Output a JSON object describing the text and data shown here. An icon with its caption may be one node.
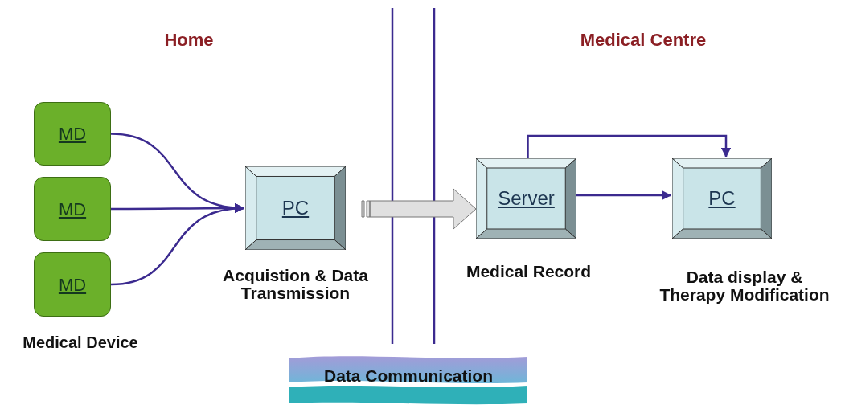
{
  "diagram": {
    "nodes": [
      {
        "text": [
          "MD"
        ]
      },
      {
        "text": [
          "MD"
        ]
      },
      {
        "text": [
          "MD"
        ]
      },
      {
        "text": [
          "PC"
        ],
        "beside": [
          "Acquistion & Data Transmission"
        ]
      },
      {
        "text": [
          "Server"
        ],
        "beside": [
          "Medical Record"
        ]
      },
      {
        "text": [
          "PC"
        ],
        "beside": [
          "Data display & Therapy Modification"
        ]
      },
      {
        "text": [
          "Data Communication"
        ]
      }
    ],
    "edges": [
      {
        "from": 0,
        "to": 3,
        "arrow": "to"
      },
      {
        "from": 1,
        "to": 3,
        "arrow": "to"
      },
      {
        "from": 2,
        "to": 3,
        "arrow": "to"
      },
      {
        "from": 3,
        "to": 4,
        "arrow": "to",
        "style": "thick",
        "color": "#e0e0e0"
      },
      {
        "from": 4,
        "to": 5,
        "arrow": "to"
      },
      {
        "from": 4,
        "to": 5,
        "arrow": "to"
      }
    ],
    "labels": [
      "Home",
      "Medical Centre",
      "Medical Device"
    ]
  }
}
